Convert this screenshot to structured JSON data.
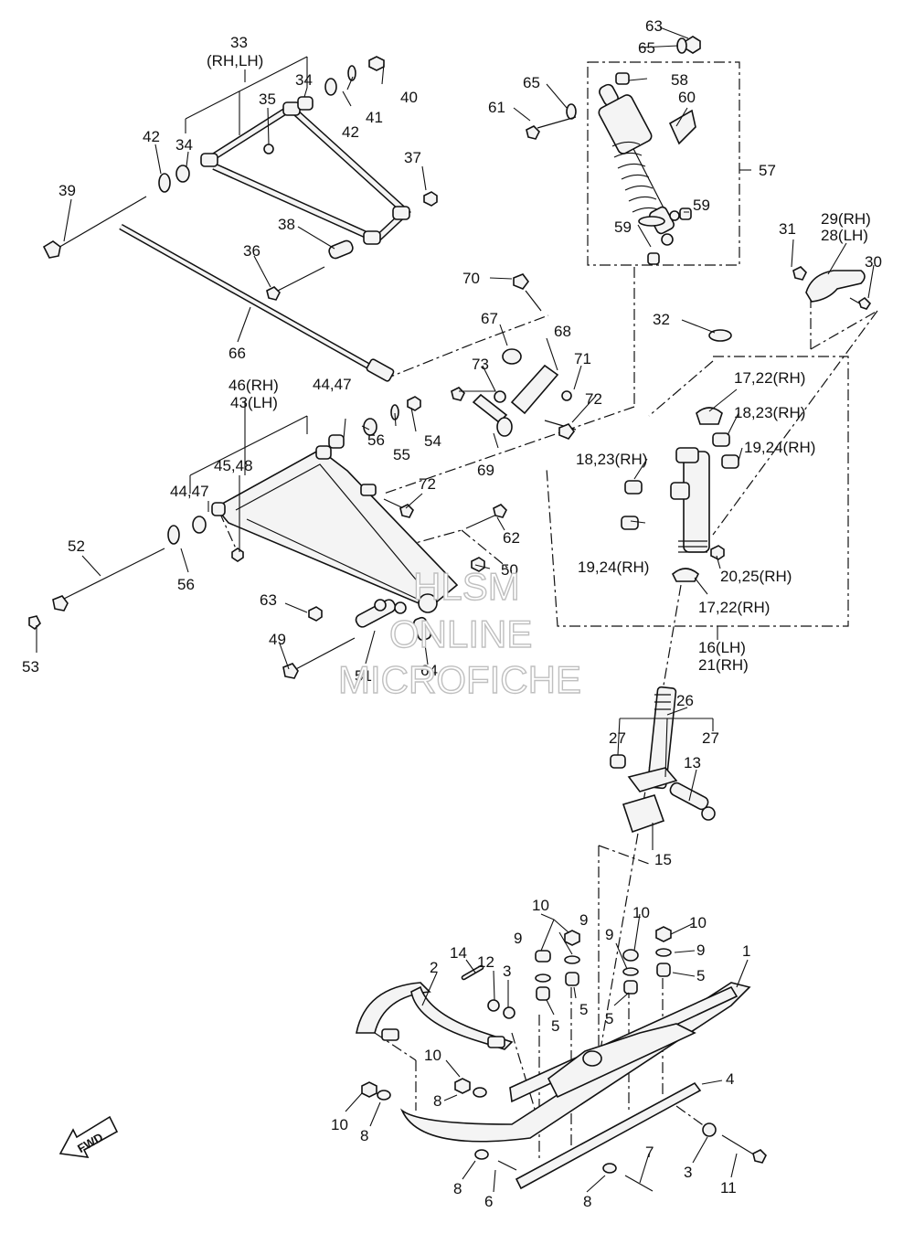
{
  "diagram": {
    "callouts": [
      {
        "id": "c63a",
        "text": "63"
      },
      {
        "id": "c65a",
        "text": "65"
      },
      {
        "id": "c58",
        "text": "58"
      },
      {
        "id": "c65b",
        "text": "65"
      },
      {
        "id": "c61",
        "text": "61"
      },
      {
        "id": "c60",
        "text": "60"
      },
      {
        "id": "c57",
        "text": "57"
      },
      {
        "id": "c59a",
        "text": "59"
      },
      {
        "id": "c59b",
        "text": "59"
      },
      {
        "id": "c33",
        "text": "33"
      },
      {
        "id": "c33rl",
        "text": "(RH,LH)"
      },
      {
        "id": "c34a",
        "text": "34"
      },
      {
        "id": "c35",
        "text": "35"
      },
      {
        "id": "c42a",
        "text": "42"
      },
      {
        "id": "c40",
        "text": "40"
      },
      {
        "id": "c41",
        "text": "41"
      },
      {
        "id": "c42b",
        "text": "42"
      },
      {
        "id": "c34b",
        "text": "34"
      },
      {
        "id": "c37",
        "text": "37"
      },
      {
        "id": "c39",
        "text": "39"
      },
      {
        "id": "c38",
        "text": "38"
      },
      {
        "id": "c36",
        "text": "36"
      },
      {
        "id": "c66",
        "text": "66"
      },
      {
        "id": "c70",
        "text": "70"
      },
      {
        "id": "c67",
        "text": "67"
      },
      {
        "id": "c68",
        "text": "68"
      },
      {
        "id": "c71",
        "text": "71"
      },
      {
        "id": "c73",
        "text": "73"
      },
      {
        "id": "c72a",
        "text": "72"
      },
      {
        "id": "c69",
        "text": "69"
      },
      {
        "id": "c31",
        "text": "31"
      },
      {
        "id": "c29",
        "text": "29(RH)"
      },
      {
        "id": "c28",
        "text": "28(LH)"
      },
      {
        "id": "c30",
        "text": "30"
      },
      {
        "id": "c32",
        "text": "32"
      },
      {
        "id": "c17a",
        "text": "17,22(RH)"
      },
      {
        "id": "c18a",
        "text": "18,23(RH)"
      },
      {
        "id": "c19a",
        "text": "19,24(RH)"
      },
      {
        "id": "c18b",
        "text": "18,23(RH)"
      },
      {
        "id": "c19b",
        "text": "19,24(RH)"
      },
      {
        "id": "c20",
        "text": "20,25(RH)"
      },
      {
        "id": "c17b",
        "text": "17,22(RH)"
      },
      {
        "id": "c16",
        "text": "16(LH)"
      },
      {
        "id": "c21",
        "text": "21(RH)"
      },
      {
        "id": "c46",
        "text": "46(RH)"
      },
      {
        "id": "c43",
        "text": "43(LH)"
      },
      {
        "id": "c4447a",
        "text": "44,47"
      },
      {
        "id": "c56a",
        "text": "56"
      },
      {
        "id": "c55",
        "text": "55"
      },
      {
        "id": "c54",
        "text": "54"
      },
      {
        "id": "c4548",
        "text": "45,48"
      },
      {
        "id": "c4447b",
        "text": "44,47"
      },
      {
        "id": "c72b",
        "text": "72"
      },
      {
        "id": "c62",
        "text": "62"
      },
      {
        "id": "c52",
        "text": "52"
      },
      {
        "id": "c56b",
        "text": "56"
      },
      {
        "id": "c50",
        "text": "50"
      },
      {
        "id": "c63b",
        "text": "63"
      },
      {
        "id": "c49",
        "text": "49"
      },
      {
        "id": "c51",
        "text": "51"
      },
      {
        "id": "c64",
        "text": "64"
      },
      {
        "id": "c53",
        "text": "53"
      },
      {
        "id": "c26",
        "text": "26"
      },
      {
        "id": "c27a",
        "text": "27"
      },
      {
        "id": "c27b",
        "text": "27"
      },
      {
        "id": "c13",
        "text": "13"
      },
      {
        "id": "c15",
        "text": "15"
      },
      {
        "id": "c10a",
        "text": "10"
      },
      {
        "id": "c9a",
        "text": "9"
      },
      {
        "id": "c10b",
        "text": "10"
      },
      {
        "id": "c10c",
        "text": "10"
      },
      {
        "id": "c9b",
        "text": "9"
      },
      {
        "id": "c9c",
        "text": "9"
      },
      {
        "id": "c9d",
        "text": "9"
      },
      {
        "id": "c1",
        "text": "1"
      },
      {
        "id": "c14",
        "text": "14"
      },
      {
        "id": "c2",
        "text": "2"
      },
      {
        "id": "c12",
        "text": "12"
      },
      {
        "id": "c3a",
        "text": "3"
      },
      {
        "id": "c5a",
        "text": "5"
      },
      {
        "id": "c5b",
        "text": "5"
      },
      {
        "id": "c5c",
        "text": "5"
      },
      {
        "id": "c5d",
        "text": "5"
      },
      {
        "id": "c10d",
        "text": "10"
      },
      {
        "id": "c8a",
        "text": "8"
      },
      {
        "id": "c4",
        "text": "4"
      },
      {
        "id": "c10e",
        "text": "10"
      },
      {
        "id": "c8b",
        "text": "8"
      },
      {
        "id": "c7",
        "text": "7"
      },
      {
        "id": "c3b",
        "text": "3"
      },
      {
        "id": "c11",
        "text": "11"
      },
      {
        "id": "c8c",
        "text": "8"
      },
      {
        "id": "c6",
        "text": "6"
      },
      {
        "id": "c8d",
        "text": "8"
      }
    ],
    "fwd_label": "FWD",
    "watermark": [
      "HLSM",
      "ONLINE",
      "MICROFICHE"
    ]
  }
}
